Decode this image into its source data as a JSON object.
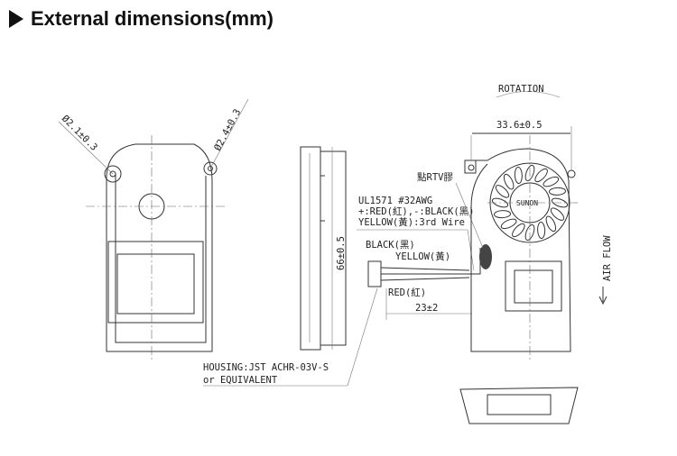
{
  "title": "External dimensions(mm)",
  "drawing": {
    "hole_left": "Ø2.1±0.3",
    "hole_right": "Ø2.4±0.3",
    "height_dim": "66±0.5",
    "rotation": "ROTATION",
    "width_dim": "33.6±0.5",
    "rtv": "點RTV膠",
    "wire_spec": [
      "UL1571  #32AWG",
      "+:RED(紅),-:BLACK(黑)",
      "YELLOW(黃):3rd  Wire"
    ],
    "black": "BLACK(黑)",
    "yellow": "YELLOW(黃)",
    "red": "RED(紅)",
    "lead_length": "23±2",
    "housing": [
      "HOUSING:JST  ACHR-03V-S",
      "or  EQUIVALENT"
    ],
    "air_flow": "AIR FLOW",
    "brand": "SUNON"
  }
}
